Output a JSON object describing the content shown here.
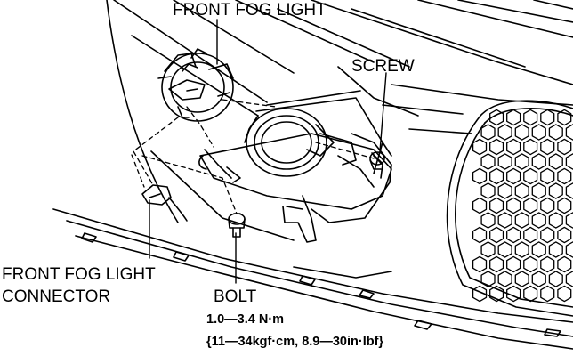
{
  "labels": {
    "front_fog_light": "FRONT FOG LIGHT",
    "screw": "SCREW",
    "connector_line1": "FRONT FOG LIGHT",
    "connector_line2": "CONNECTOR",
    "bolt": "BOLT",
    "torque_nm": "1.0—3.4 N·m",
    "torque_other": "{11—34kgf·cm, 8.9—30in·lbf}"
  }
}
